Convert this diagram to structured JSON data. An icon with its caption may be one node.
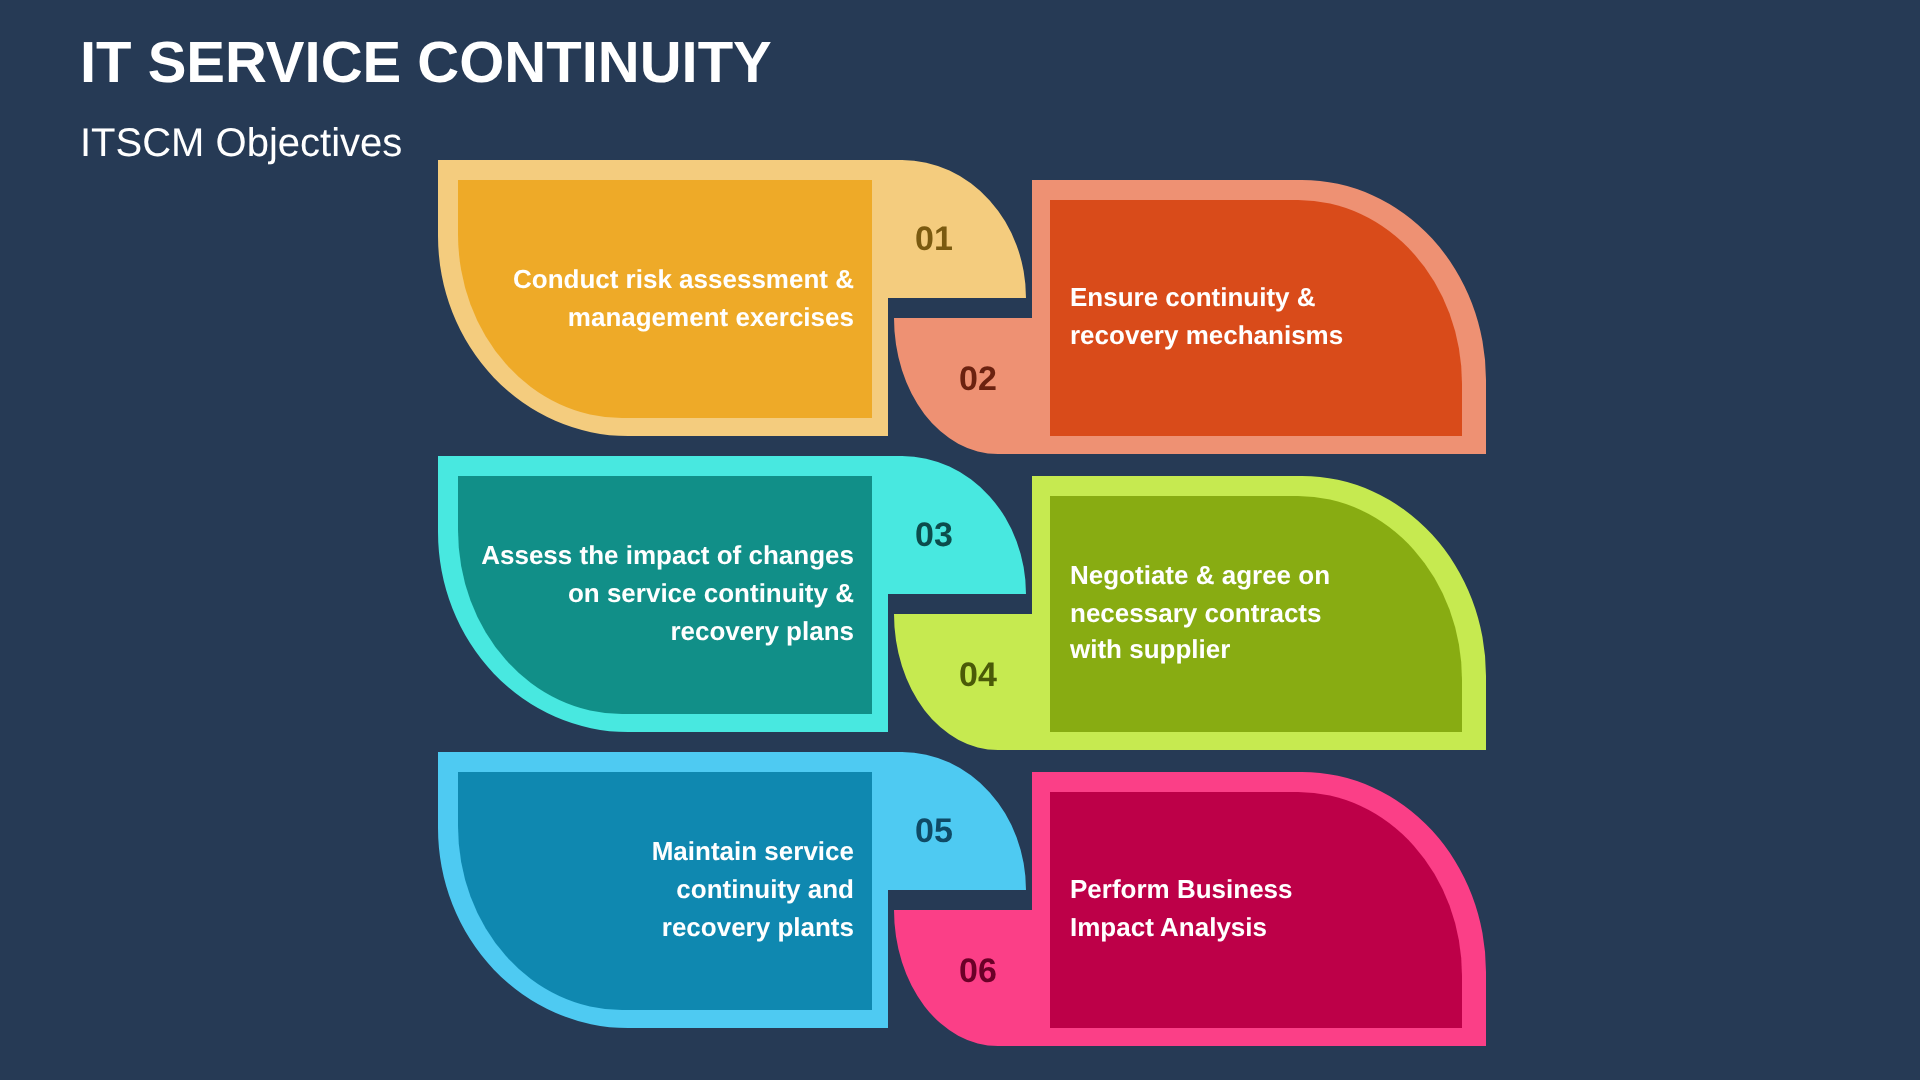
{
  "diagram": {
    "title": "IT SERVICE CONTINUITY",
    "nodes": [
      {
        "text": [
          "01"
        ]
      },
      {
        "text": [
          "Conduct risk assessment & management exercises"
        ],
        "in": 0
      },
      {
        "text": [
          "02"
        ]
      },
      {
        "text": [
          "Ensure continuity & recovery mechanisms"
        ],
        "in": 2
      },
      {
        "text": [
          "03"
        ]
      },
      {
        "text": [
          "Assess the impact of changes on service continuity & recovery plans"
        ],
        "in": 4
      },
      {
        "text": [
          "04"
        ]
      },
      {
        "text": [
          "Negotiate & agree on necessary contracts with supplier"
        ],
        "in": 6
      },
      {
        "text": [
          "05"
        ]
      },
      {
        "text": [
          "Maintain service continuity and recovery plants"
        ],
        "in": 8
      },
      {
        "text": [
          "06"
        ]
      },
      {
        "text": [
          "Perform Business Impact Analysis"
        ],
        "in": 10
      }
    ],
    "labels": [
      "ITSCM Objectives"
    ]
  }
}
